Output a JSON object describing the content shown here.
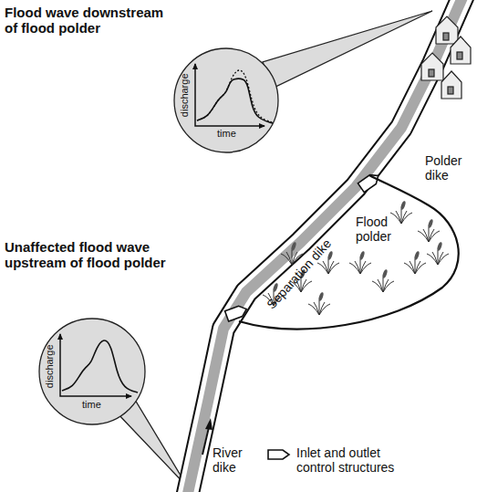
{
  "diagram": {
    "nodes": [
      {
        "text": [
          "Flood wave downstream of flood polder",
          "discharge",
          "time"
        ]
      },
      {
        "text": [
          "Unaffected flood wave upstream of flood polder",
          "discharge",
          "time"
        ]
      },
      {
        "text": [
          "Flood polder"
        ]
      }
    ],
    "labels": [
      "Separation dike",
      "Polder dike",
      "River dike"
    ],
    "legend": [
      {
        "text": "Inlet and outlet control structures"
      }
    ]
  }
}
